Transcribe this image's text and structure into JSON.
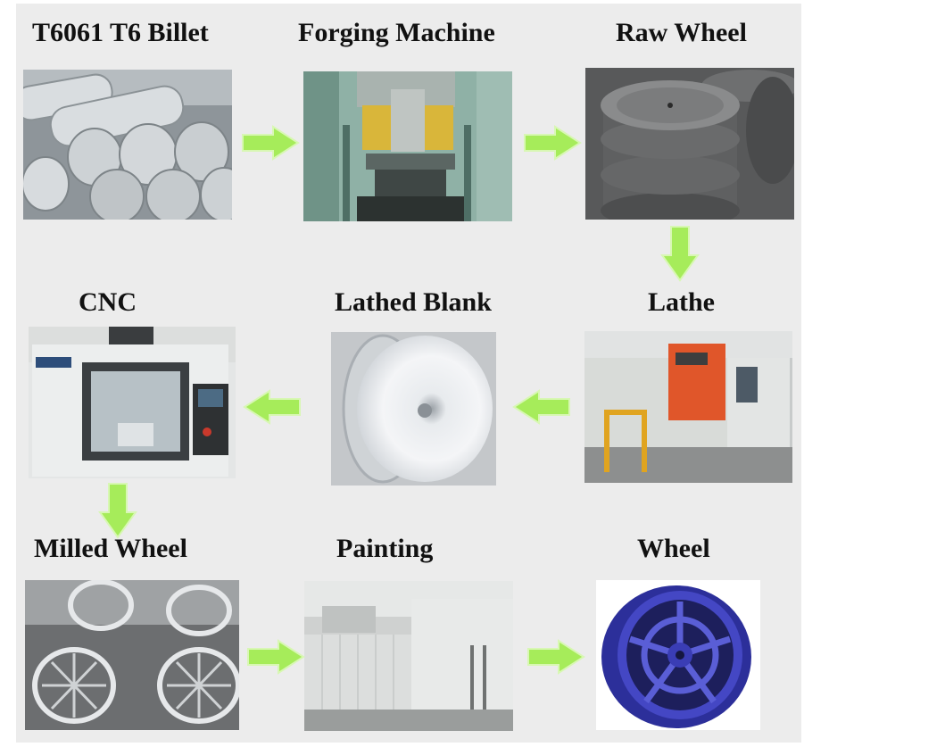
{
  "steps": {
    "billet": {
      "label": "T6061 T6 Billet",
      "icon": "aluminium-billets-photo"
    },
    "forging": {
      "label": "Forging Machine",
      "icon": "forging-press-photo"
    },
    "raw_wheel": {
      "label": "Raw Wheel",
      "icon": "raw-forged-wheel-photo"
    },
    "lathe": {
      "label": "Lathe",
      "icon": "lathe-machine-photo"
    },
    "lathed_blank": {
      "label": "Lathed Blank",
      "icon": "lathed-blank-photo"
    },
    "cnc": {
      "label": "CNC",
      "icon": "cnc-machine-photo"
    },
    "milled_wheel": {
      "label": "Milled Wheel",
      "icon": "milled-wheels-photo"
    },
    "painting": {
      "label": "Painting",
      "icon": "paint-booth-photo"
    },
    "wheel": {
      "label": "Wheel",
      "icon": "finished-blue-wheel-photo"
    }
  },
  "colors": {
    "arrow_fill": "#a6ec5a",
    "arrow_edge": "#d8f7b4",
    "panel_bg": "#ececec",
    "wheel_blue": "#3c3fb8"
  }
}
